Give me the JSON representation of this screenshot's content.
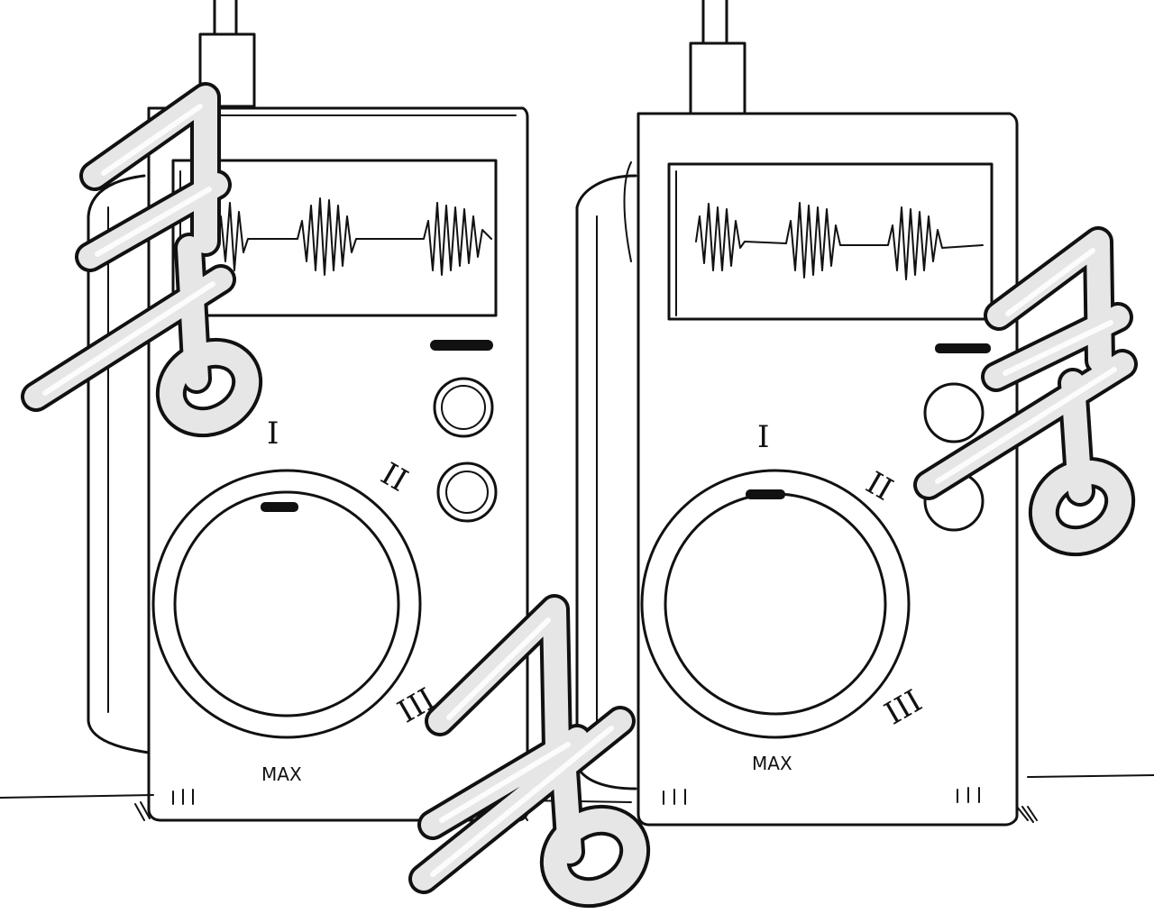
{
  "scene": {
    "subject": "two-portable-speakers-with-music-notes",
    "background": "#ffffff",
    "ink": "#111111",
    "note_fill": "#e6e6e6"
  },
  "speakers": [
    {
      "id": "left",
      "dial": {
        "max_label": "MAX",
        "marks": [
          "I",
          "II",
          "III"
        ]
      }
    },
    {
      "id": "right",
      "dial": {
        "max_label": "MAX",
        "marks": [
          "I",
          "II",
          "III"
        ]
      }
    }
  ],
  "icons": [
    "waveform-icon",
    "music-note-icon",
    "knob-icon",
    "speaker-grille-icon"
  ]
}
